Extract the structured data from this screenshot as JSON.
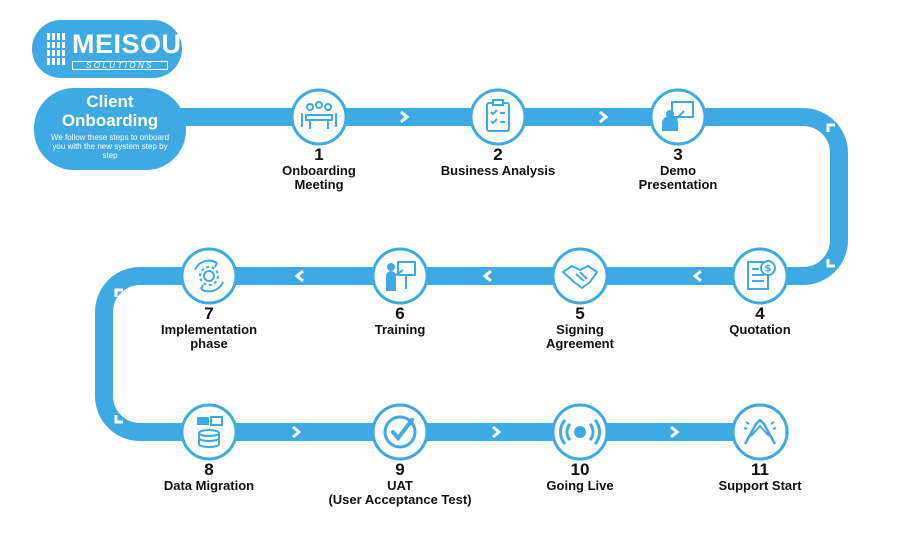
{
  "logo": {
    "name": "MEISOUR",
    "sub": "SOLUTIONS"
  },
  "intro": {
    "title": "Client Onboarding",
    "subtitle": "We follow these steps to onboard you with the new system step by step"
  },
  "steps": [
    {
      "number": "1",
      "label": "Onboarding\nMeeting",
      "icon": "meeting-icon"
    },
    {
      "number": "2",
      "label": "Business Analysis",
      "icon": "clipboard-checklist-icon"
    },
    {
      "number": "3",
      "label": "Demo\nPresentation",
      "icon": "presentation-icon"
    },
    {
      "number": "4",
      "label": "Quotation",
      "icon": "quotation-document-icon"
    },
    {
      "number": "5",
      "label": "Signing\nAgreement",
      "icon": "handshake-icon"
    },
    {
      "number": "6",
      "label": "Training",
      "icon": "training-icon"
    },
    {
      "number": "7",
      "label": "Implementation\nphase",
      "icon": "gear-cycle-icon"
    },
    {
      "number": "8",
      "label": "Data Migration",
      "icon": "data-migration-icon"
    },
    {
      "number": "9",
      "label": "UAT\n(User Acceptance Test)",
      "icon": "checkmark-icon"
    },
    {
      "number": "10",
      "label": "Going Live",
      "icon": "broadcast-icon"
    },
    {
      "number": "11",
      "label": "Support Start",
      "icon": "support-hands-icon"
    }
  ],
  "colors": {
    "track": "#3ea9e2",
    "circle_border": "#3ea9e2",
    "icon": "#3ea9e2",
    "text": "#111111"
  }
}
